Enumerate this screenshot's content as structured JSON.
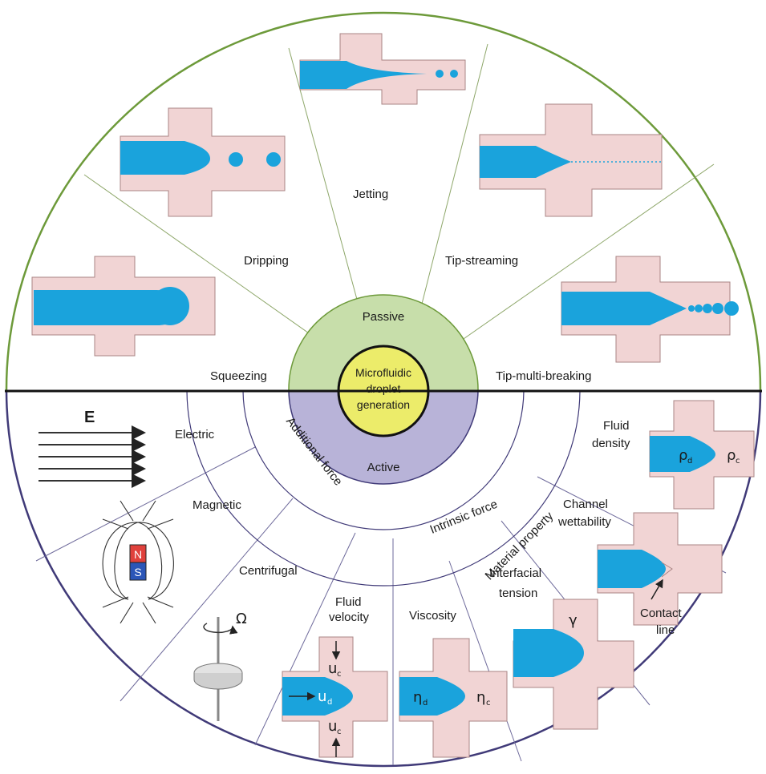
{
  "center": {
    "line1": "Microfluidic",
    "line2": "droplet",
    "line3": "generation"
  },
  "passive": {
    "label": "Passive",
    "modes": {
      "squeezing": "Squeezing",
      "dripping": "Dripping",
      "jetting": "Jetting",
      "tip_streaming": "Tip-streaming",
      "tip_multi_breaking": "Tip-multi-breaking"
    }
  },
  "active": {
    "label": "Active",
    "additional_force": {
      "label": "Additional force",
      "electric": "Electric",
      "electric_symbol": "E",
      "magnetic": "Magnetic",
      "magnet_north": "N",
      "magnet_south": "S",
      "centrifugal": "Centrifugal",
      "omega": "Ω"
    },
    "intrinsic_force": {
      "label": "Intrinsic force",
      "fluid_velocity_1": "Fluid",
      "fluid_velocity_2": "velocity",
      "u_c": "u",
      "u_sub_c": "c",
      "u_d": "u",
      "u_sub_d": "d"
    },
    "material_property": {
      "label": "Material property",
      "viscosity": "Viscosity",
      "eta": "η",
      "sub_d": "d",
      "sub_c": "c",
      "interfacial_tension_1": "Interfacial",
      "interfacial_tension_2": "tension",
      "gamma": "γ",
      "channel_wettability_1": "Channel",
      "channel_wettability_2": "wettability",
      "contact_line_1": "Contact",
      "contact_line_2": "line",
      "fluid_density_1": "Fluid",
      "fluid_density_2": "density",
      "rho": "ρ"
    }
  },
  "colors": {
    "top_rim": "#6d9a3a",
    "bottom_rim": "#403a78",
    "channel": "#f1d4d4",
    "channel_edge": "#a98585",
    "fluid": "#1aa3dc",
    "center": "#ecec6a",
    "passive_ring": "#c7deaa",
    "active_ring": "#b8b3d8",
    "magnet_north": "#e0413c",
    "magnet_south": "#2b56b8"
  }
}
